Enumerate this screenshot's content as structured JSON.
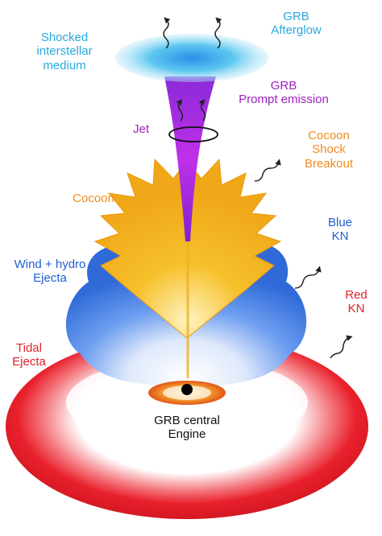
{
  "labels": {
    "grb_afterglow": "GRB\nAfterglow",
    "shocked_ism": "Shocked\ninterstellar\nmedium",
    "grb_prompt": "GRB\nPrompt emission",
    "jet": "Jet",
    "cocoon_breakout": "Cocoon\nShock\nBreakout",
    "cocoon": "Cocoon",
    "blue_kn": "Blue\nKN",
    "wind_hydro": "Wind + hydro\nEjecta",
    "red_kn": "Red\nKN",
    "tidal": "Tidal\nEjecta",
    "engine": "GRB central\nEngine"
  },
  "colors": {
    "cyan_label": "#29a8e0",
    "purple_label": "#a020c0",
    "orange_label": "#f08c1e",
    "blue_label": "#1f5fd0",
    "red_label": "#e0202a",
    "black_label": "#111111",
    "afterglow": "#5ec8f0",
    "jet": "#b030e0",
    "cocoon": "#f6b820",
    "wind": "#3d7be0",
    "tidal": "#e8202c"
  }
}
